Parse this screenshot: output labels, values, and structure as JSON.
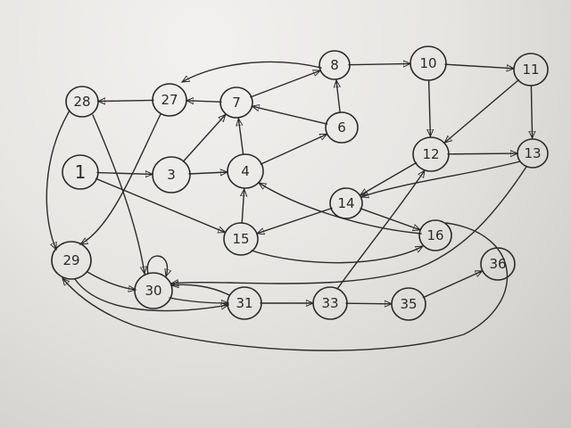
{
  "graph": {
    "nodes": [
      {
        "id": "1",
        "label": "1"
      },
      {
        "id": "3",
        "label": "3"
      },
      {
        "id": "4",
        "label": "4"
      },
      {
        "id": "6",
        "label": "6"
      },
      {
        "id": "7",
        "label": "7"
      },
      {
        "id": "8",
        "label": "8"
      },
      {
        "id": "10",
        "label": "10"
      },
      {
        "id": "11",
        "label": "11"
      },
      {
        "id": "12",
        "label": "12"
      },
      {
        "id": "13",
        "label": "13"
      },
      {
        "id": "14",
        "label": "14"
      },
      {
        "id": "15",
        "label": "15"
      },
      {
        "id": "16",
        "label": "16"
      },
      {
        "id": "27",
        "label": "27"
      },
      {
        "id": "28",
        "label": "28"
      },
      {
        "id": "29",
        "label": "29"
      },
      {
        "id": "30",
        "label": "30"
      },
      {
        "id": "31",
        "label": "31"
      },
      {
        "id": "33",
        "label": "33"
      },
      {
        "id": "35",
        "label": "35"
      },
      {
        "id": "36",
        "label": "36"
      }
    ],
    "edges": [
      {
        "from": "1",
        "to": "3"
      },
      {
        "from": "1",
        "to": "15"
      },
      {
        "from": "3",
        "to": "4"
      },
      {
        "from": "3",
        "to": "7"
      },
      {
        "from": "4",
        "to": "7"
      },
      {
        "from": "4",
        "to": "6"
      },
      {
        "from": "6",
        "to": "8"
      },
      {
        "from": "6",
        "to": "7"
      },
      {
        "from": "7",
        "to": "8"
      },
      {
        "from": "7",
        "to": "27"
      },
      {
        "from": "8",
        "to": "10"
      },
      {
        "from": "8",
        "to": "27"
      },
      {
        "from": "10",
        "to": "11"
      },
      {
        "from": "10",
        "to": "12"
      },
      {
        "from": "11",
        "to": "12"
      },
      {
        "from": "11",
        "to": "13"
      },
      {
        "from": "12",
        "to": "13"
      },
      {
        "from": "12",
        "to": "14"
      },
      {
        "from": "13",
        "to": "14"
      },
      {
        "from": "13",
        "to": "30"
      },
      {
        "from": "14",
        "to": "16"
      },
      {
        "from": "14",
        "to": "15"
      },
      {
        "from": "15",
        "to": "4"
      },
      {
        "from": "15",
        "to": "16"
      },
      {
        "from": "16",
        "to": "4"
      },
      {
        "from": "16",
        "to": "29"
      },
      {
        "from": "27",
        "to": "28"
      },
      {
        "from": "27",
        "to": "29"
      },
      {
        "from": "28",
        "to": "30"
      },
      {
        "from": "28",
        "to": "29"
      },
      {
        "from": "29",
        "to": "30"
      },
      {
        "from": "29",
        "to": "31"
      },
      {
        "from": "30",
        "to": "30"
      },
      {
        "from": "30",
        "to": "31"
      },
      {
        "from": "31",
        "to": "30"
      },
      {
        "from": "31",
        "to": "33"
      },
      {
        "from": "33",
        "to": "12"
      },
      {
        "from": "33",
        "to": "35"
      },
      {
        "from": "35",
        "to": "36"
      }
    ]
  }
}
